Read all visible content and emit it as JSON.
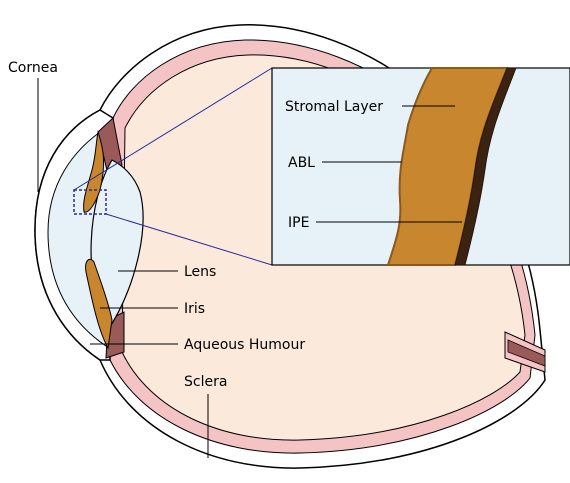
{
  "labels": {
    "cornea": "Cornea",
    "stromal_layer": "Stromal Layer",
    "abl": "ABL",
    "ipe": "IPE",
    "lens": "Lens",
    "iris": "Iris",
    "aqueous_humour": "Aqueous Humour",
    "sclera": "Sclera"
  },
  "colors": {
    "sclera_outer": "#ffffff",
    "choroid_pink": "#f4c3c3",
    "vitreous": "#fbeadb",
    "anterior_chamber": "#e6f2f8",
    "iris_stroma": "#c8862e",
    "iris_stroma_edge": "#8a5a1f",
    "ipe": "#3c2210",
    "ciliary": "#9b5a5a",
    "zoom_lines": "#2a2a9a"
  }
}
